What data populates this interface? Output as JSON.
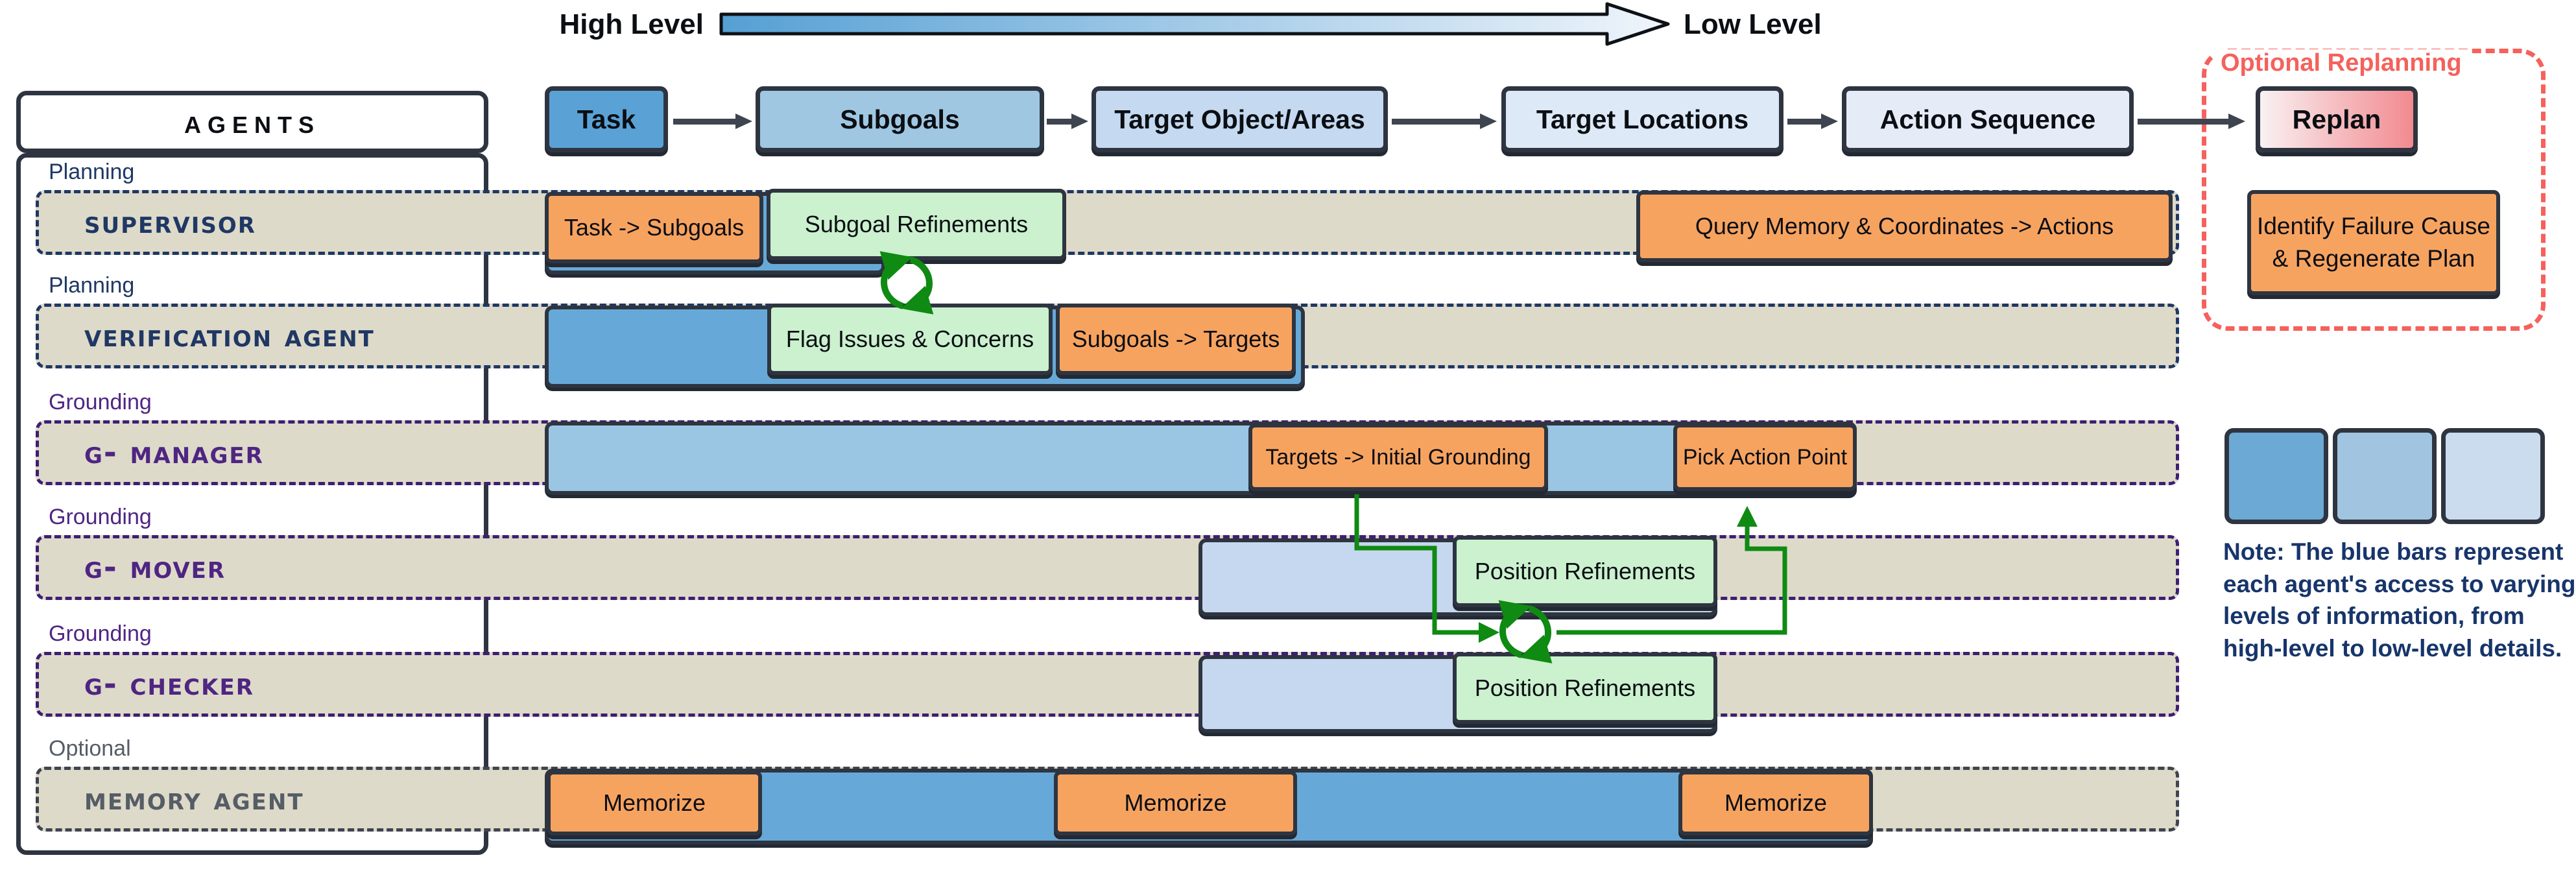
{
  "flow_header": {
    "high_label": "High Level",
    "low_label": "Low Level",
    "stages": [
      {
        "label": "Task"
      },
      {
        "label": "Subgoals"
      },
      {
        "label": "Target Object/Areas"
      },
      {
        "label": "Target Locations"
      },
      {
        "label": "Action Sequence"
      },
      {
        "label": "Replan"
      }
    ],
    "optional_replanning_label": "Optional Replanning"
  },
  "agents_panel": {
    "title": "Agents",
    "rows": [
      {
        "category": "Planning",
        "name": "Supervisor"
      },
      {
        "category": "Planning",
        "name": "Verification Agent"
      },
      {
        "category": "Grounding",
        "name": "G- Manager"
      },
      {
        "category": "Grounding",
        "name": "G- Mover"
      },
      {
        "category": "Grounding",
        "name": "G- Checker"
      },
      {
        "category": "Optional",
        "name": "Memory Agent"
      }
    ]
  },
  "activities": {
    "supervisor_task_to_subgoals": "Task -> Subgoals",
    "supervisor_subgoal_refinements": "Subgoal Refinements",
    "supervisor_query_memory": "Query Memory & Coordinates -> Actions",
    "replanning_identify_failure": "Identify Failure Cause & Regenerate Plan",
    "verification_flag_issues": "Flag Issues & Concerns",
    "verification_subgoals_to_targets": "Subgoals -> Targets",
    "gmanager_targets_grounding": "Targets -> Initial Grounding",
    "gmanager_pick_action_point": "Pick Action Point",
    "gmover_position_refinements": "Position Refinements",
    "gchecker_position_refinements": "Position Refinements",
    "memory_memorize_1": "Memorize",
    "memory_memorize_2": "Memorize",
    "memory_memorize_3": "Memorize"
  },
  "legend": {
    "note": "Note: The blue bars represent each agent's access to varying levels of information, from high-level to low-level details."
  },
  "colors": {
    "orange": "#F7A360",
    "green_box": "#CBF1CE",
    "beige_bar": "#DEDAC9",
    "navy": "#1F3864",
    "purple": "#4F2583",
    "gray": "#565D66",
    "salmon": "#F5615C",
    "connector_green": "#0F8A12",
    "stage_blues": [
      "#5AA2D6",
      "#9FC7E2",
      "#C5D9F0",
      "#DDE9F6",
      "#E6ECF7"
    ],
    "access_blue_medium": "#66A9D8",
    "access_blue_light": "#9AC6E3",
    "access_blue_pale": "#C6D8F0"
  }
}
